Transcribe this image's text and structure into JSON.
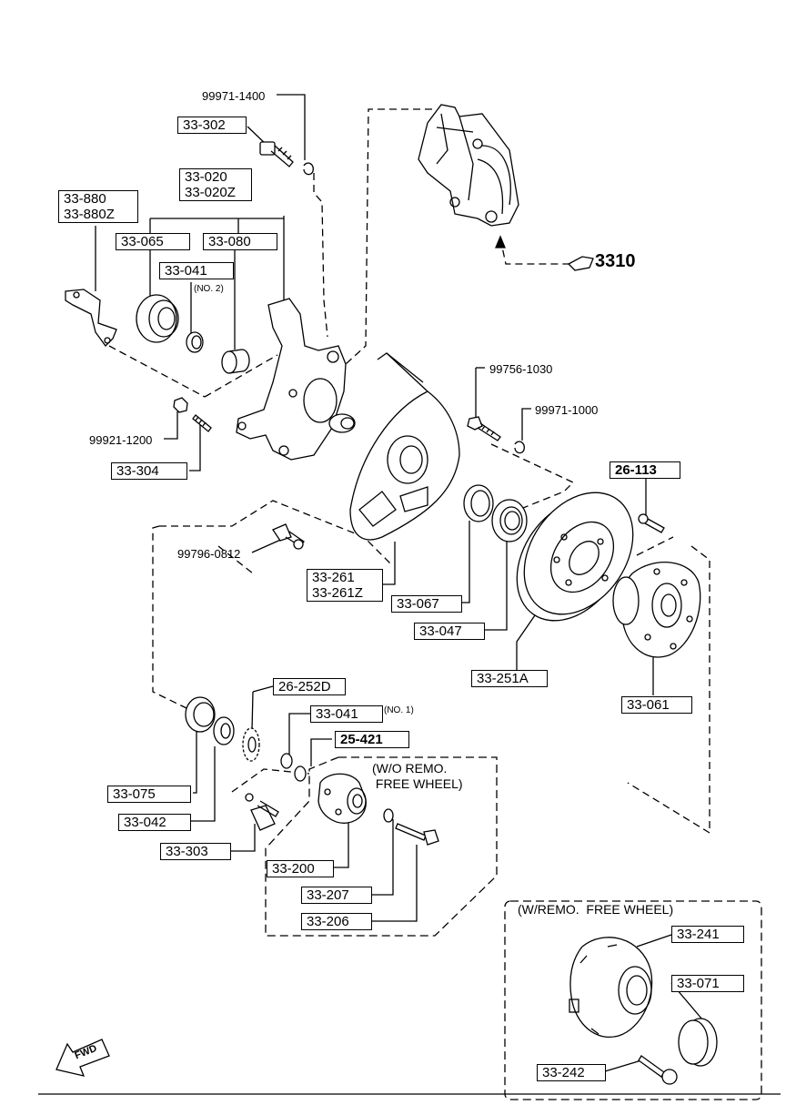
{
  "parts": {
    "p99971_1400": "99971-1400",
    "p33_302": "33-302",
    "p33_020": "33-020\n33-020Z",
    "p33_880": "33-880\n33-880Z",
    "p33_065": "33-065",
    "p33_080": "33-080",
    "p33_041_no2": "33-041",
    "no2": "(NO. 2)",
    "p3310": "3310",
    "p99756_1030": "99756-1030",
    "p99971_1000": "99971-1000",
    "p99921_1200": "99921-1200",
    "p33_304": "33-304",
    "p26_113": "26-113",
    "p99796_0812": "99796-0812",
    "p33_261": "33-261\n33-261Z",
    "p33_067": "33-067",
    "p33_047": "33-047",
    "p33_251A": "33-251A",
    "p33_061": "33-061",
    "p26_252D": "26-252D",
    "p33_041_no1": "33-041",
    "no1": "(NO. 1)",
    "p25_421": "25-421",
    "p33_075": "33-075",
    "p33_042": "33-042",
    "p33_303": "33-303",
    "p33_200": "33-200",
    "p33_207": "33-207",
    "p33_206": "33-206",
    "p33_241": "33-241",
    "p33_071": "33-071",
    "p33_242": "33-242"
  },
  "groups": {
    "wo_remo": "(W/O REMO.\n FREE WHEEL)",
    "w_remo": "(W/REMO.  FREE WHEEL)"
  },
  "fwd": "FWD"
}
